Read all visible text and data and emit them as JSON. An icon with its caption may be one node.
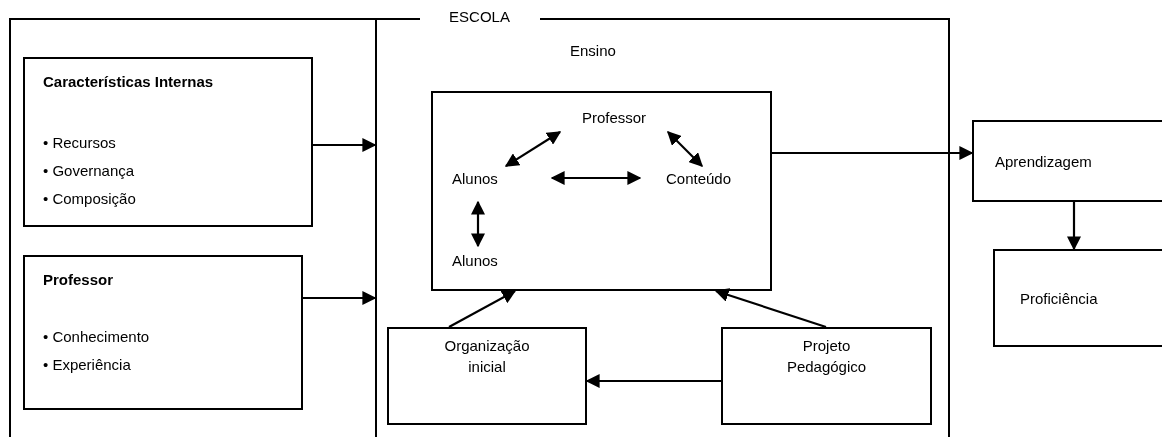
{
  "diagram": {
    "nodes": [
      {
        "text": [
          "ESCOLA"
        ]
      },
      {
        "text": [
          "Ensino"
        ],
        "in": 0
      },
      {
        "text": [
          "Características Internas",
          "• Recursos",
          "• Governança",
          "• Composição"
        ],
        "in": 0
      },
      {
        "text": [
          "Professor",
          "• Conhecimento",
          "• Experiência"
        ],
        "in": 0
      },
      {
        "text": [],
        "shape": "box",
        "in": 1
      },
      {
        "text": [
          "Professor"
        ],
        "in": 4
      },
      {
        "text": [
          "Alunos"
        ],
        "in": 4
      },
      {
        "text": [
          "Conteúdo"
        ],
        "in": 4
      },
      {
        "text": [
          "Alunos"
        ],
        "in": 4
      },
      {
        "text": [
          "Organização inicial"
        ],
        "in": 1
      },
      {
        "text": [
          "Projeto Pedagógico"
        ],
        "in": 1
      },
      {
        "text": [
          "Aprendizagem"
        ]
      },
      {
        "text": [
          "Proficiência"
        ]
      }
    ],
    "edges": [
      {
        "from": 2,
        "to": 1,
        "arrow": "to"
      },
      {
        "from": 3,
        "to": 1,
        "arrow": "to"
      },
      {
        "from": 6,
        "to": 5,
        "arrow": "both"
      },
      {
        "from": 6,
        "to": 7,
        "arrow": "both"
      },
      {
        "from": 5,
        "to": 7,
        "arrow": "both"
      },
      {
        "from": 6,
        "to": 8,
        "arrow": "both"
      },
      {
        "from": 9,
        "to": 4,
        "arrow": "to"
      },
      {
        "from": 10,
        "to": 4,
        "arrow": "to"
      },
      {
        "from": 10,
        "to": 9,
        "arrow": "to"
      },
      {
        "from": 4,
        "to": 11,
        "arrow": "to"
      },
      {
        "from": 11,
        "to": 12,
        "arrow": "to"
      }
    ]
  }
}
